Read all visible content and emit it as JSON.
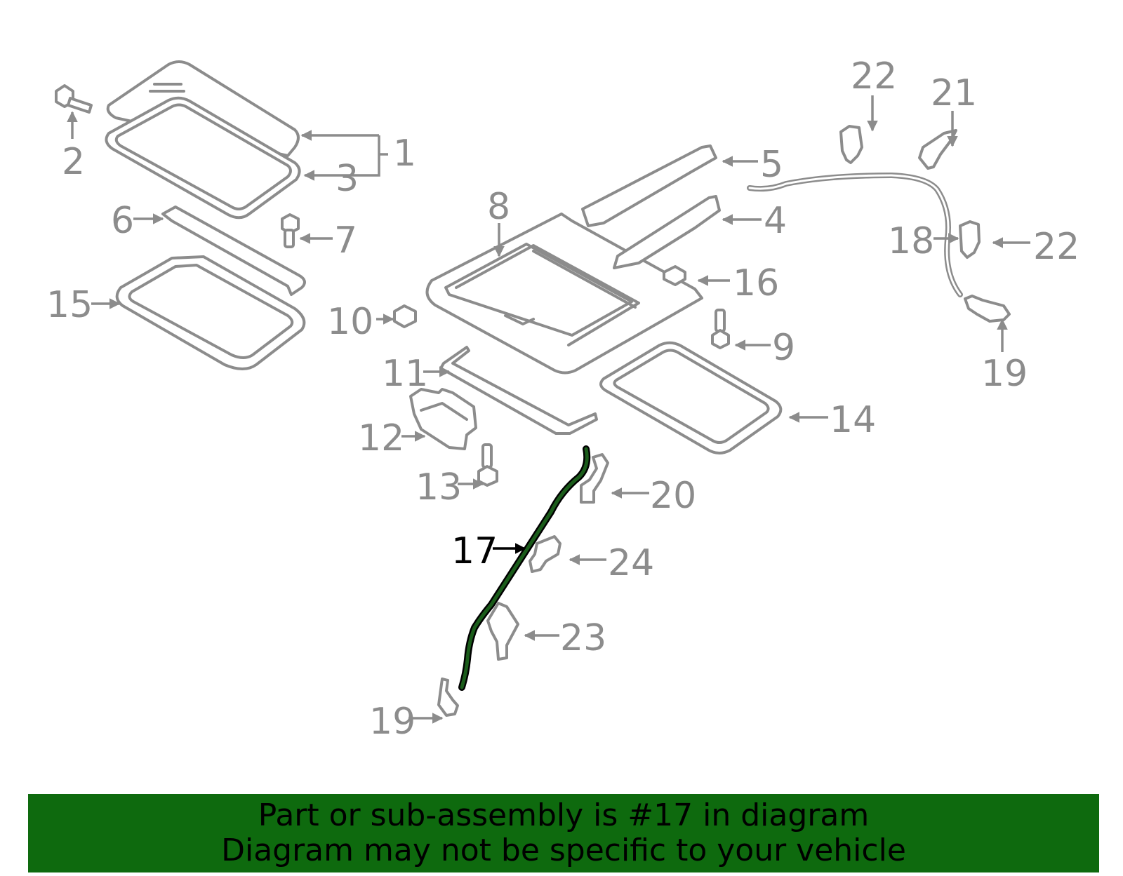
{
  "diagram": {
    "callouts": [
      {
        "id": "c1",
        "label": "1"
      },
      {
        "id": "c2",
        "label": "2"
      },
      {
        "id": "c3",
        "label": "3"
      },
      {
        "id": "c4",
        "label": "4"
      },
      {
        "id": "c5",
        "label": "5"
      },
      {
        "id": "c6",
        "label": "6"
      },
      {
        "id": "c7",
        "label": "7"
      },
      {
        "id": "c8",
        "label": "8"
      },
      {
        "id": "c9",
        "label": "9"
      },
      {
        "id": "c10",
        "label": "10"
      },
      {
        "id": "c11",
        "label": "11"
      },
      {
        "id": "c12",
        "label": "12"
      },
      {
        "id": "c13",
        "label": "13"
      },
      {
        "id": "c14",
        "label": "14"
      },
      {
        "id": "c15",
        "label": "15"
      },
      {
        "id": "c16",
        "label": "16"
      },
      {
        "id": "c17",
        "label": "17"
      },
      {
        "id": "c18",
        "label": "18"
      },
      {
        "id": "c19a",
        "label": "19"
      },
      {
        "id": "c19b",
        "label": "19"
      },
      {
        "id": "c20",
        "label": "20"
      },
      {
        "id": "c21",
        "label": "21"
      },
      {
        "id": "c22a",
        "label": "22"
      },
      {
        "id": "c22b",
        "label": "22"
      },
      {
        "id": "c23",
        "label": "23"
      },
      {
        "id": "c24",
        "label": "24"
      }
    ],
    "highlighted_part": "17"
  },
  "banner": {
    "line1": "Part or sub-assembly is #17 in diagram",
    "line2": "Diagram may not be specific to your vehicle"
  },
  "colors": {
    "part_stroke": "#8c8c8c",
    "highlight_part": "#1a5c1a",
    "banner_background": "#0e6a0e",
    "banner_text": "#000000",
    "highlight_label": "#000000"
  }
}
